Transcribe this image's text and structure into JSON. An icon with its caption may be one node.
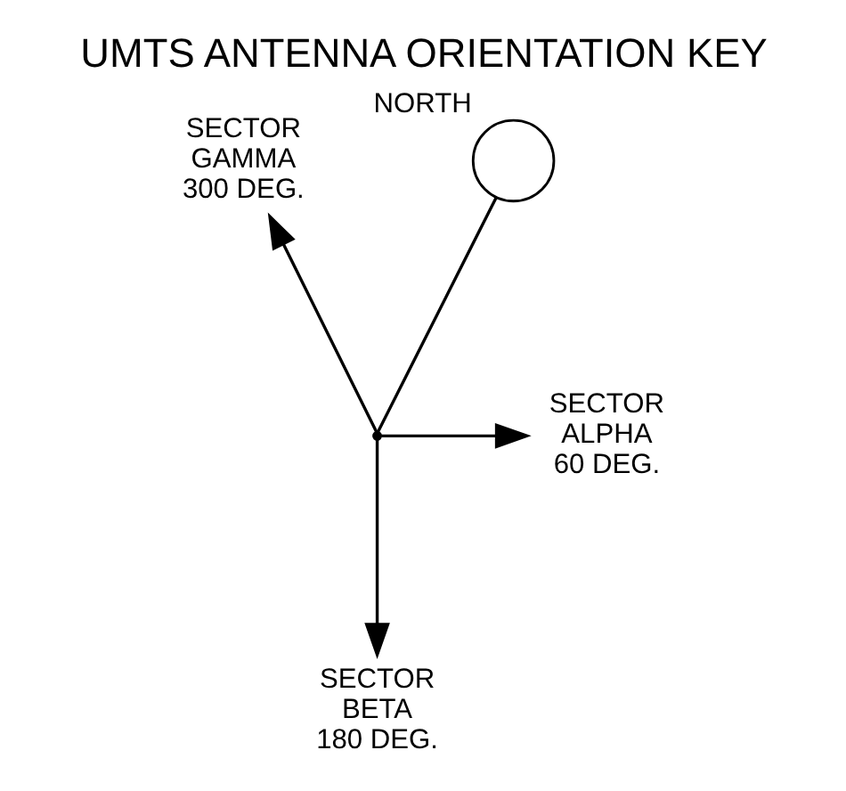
{
  "diagram": {
    "title": "UMTS ANTENNA ORIENTATION KEY",
    "nodes": [
      {
        "text": [],
        "shape": "circle",
        "beside": [
          "NORTH"
        ]
      },
      {
        "text": [
          "SECTOR GAMMA 300 DEG."
        ]
      },
      {
        "text": [
          "SECTOR ALPHA 60 DEG."
        ]
      },
      {
        "text": [],
        "shape": "point"
      },
      {
        "text": [
          "SECTOR BETA 180 DEG."
        ]
      }
    ],
    "edges": [
      {
        "from": 3,
        "to": 0,
        "arrow": "none"
      },
      {
        "from": 3,
        "to": 1,
        "arrow": "to"
      },
      {
        "from": 3,
        "to": 2,
        "arrow": "to"
      },
      {
        "from": 3,
        "to": 4,
        "arrow": "to"
      }
    ]
  }
}
